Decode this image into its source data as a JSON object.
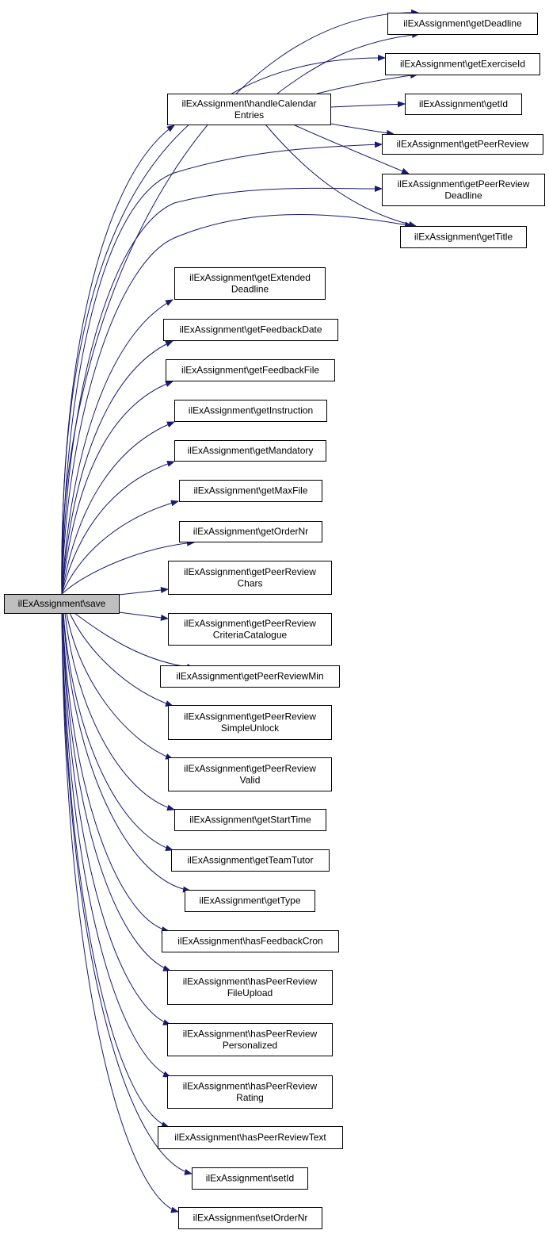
{
  "colors": {
    "edge": "#191970",
    "root_fill": "#bfbfbf",
    "node_fill": "#ffffff",
    "node_stroke": "#000000"
  },
  "nodes": {
    "save": {
      "lines": [
        "ilExAssignment\\save"
      ]
    },
    "handleCalendarEntries": {
      "lines": [
        "ilExAssignment\\handleCalendar",
        "Entries"
      ]
    },
    "getDeadline": {
      "lines": [
        "ilExAssignment\\getDeadline"
      ]
    },
    "getExerciseId": {
      "lines": [
        "ilExAssignment\\getExerciseId"
      ]
    },
    "getId": {
      "lines": [
        "ilExAssignment\\getId"
      ]
    },
    "getPeerReview": {
      "lines": [
        "ilExAssignment\\getPeerReview"
      ]
    },
    "getPeerReviewDeadline": {
      "lines": [
        "ilExAssignment\\getPeerReview",
        "Deadline"
      ]
    },
    "getTitle": {
      "lines": [
        "ilExAssignment\\getTitle"
      ]
    },
    "getExtendedDeadline": {
      "lines": [
        "ilExAssignment\\getExtended",
        "Deadline"
      ]
    },
    "getFeedbackDate": {
      "lines": [
        "ilExAssignment\\getFeedbackDate"
      ]
    },
    "getFeedbackFile": {
      "lines": [
        "ilExAssignment\\getFeedbackFile"
      ]
    },
    "getInstruction": {
      "lines": [
        "ilExAssignment\\getInstruction"
      ]
    },
    "getMandatory": {
      "lines": [
        "ilExAssignment\\getMandatory"
      ]
    },
    "getMaxFile": {
      "lines": [
        "ilExAssignment\\getMaxFile"
      ]
    },
    "getOrderNr": {
      "lines": [
        "ilExAssignment\\getOrderNr"
      ]
    },
    "getPeerReviewChars": {
      "lines": [
        "ilExAssignment\\getPeerReview",
        "Chars"
      ]
    },
    "getPeerReviewCriteriaCatalogue": {
      "lines": [
        "ilExAssignment\\getPeerReview",
        "CriteriaCatalogue"
      ]
    },
    "getPeerReviewMin": {
      "lines": [
        "ilExAssignment\\getPeerReviewMin"
      ]
    },
    "getPeerReviewSimpleUnlock": {
      "lines": [
        "ilExAssignment\\getPeerReview",
        "SimpleUnlock"
      ]
    },
    "getPeerReviewValid": {
      "lines": [
        "ilExAssignment\\getPeerReview",
        "Valid"
      ]
    },
    "getStartTime": {
      "lines": [
        "ilExAssignment\\getStartTime"
      ]
    },
    "getTeamTutor": {
      "lines": [
        "ilExAssignment\\getTeamTutor"
      ]
    },
    "getType": {
      "lines": [
        "ilExAssignment\\getType"
      ]
    },
    "hasFeedbackCron": {
      "lines": [
        "ilExAssignment\\hasFeedbackCron"
      ]
    },
    "hasPeerReviewFileUpload": {
      "lines": [
        "ilExAssignment\\hasPeerReview",
        "FileUpload"
      ]
    },
    "hasPeerReviewPersonalized": {
      "lines": [
        "ilExAssignment\\hasPeerReview",
        "Personalized"
      ]
    },
    "hasPeerReviewRating": {
      "lines": [
        "ilExAssignment\\hasPeerReview",
        "Rating"
      ]
    },
    "hasPeerReviewText": {
      "lines": [
        "ilExAssignment\\hasPeerReviewText"
      ]
    },
    "setId": {
      "lines": [
        "ilExAssignment\\setId"
      ]
    },
    "setOrderNr": {
      "lines": [
        "ilExAssignment\\setOrderNr"
      ]
    }
  },
  "edges": [
    [
      "save",
      "getDeadline"
    ],
    [
      "save",
      "getExerciseId"
    ],
    [
      "save",
      "handleCalendarEntries"
    ],
    [
      "save",
      "getPeerReview"
    ],
    [
      "save",
      "getPeerReviewDeadline"
    ],
    [
      "save",
      "getTitle"
    ],
    [
      "save",
      "getExtendedDeadline"
    ],
    [
      "save",
      "getFeedbackDate"
    ],
    [
      "save",
      "getFeedbackFile"
    ],
    [
      "save",
      "getInstruction"
    ],
    [
      "save",
      "getMandatory"
    ],
    [
      "save",
      "getMaxFile"
    ],
    [
      "save",
      "getOrderNr"
    ],
    [
      "save",
      "getPeerReviewChars"
    ],
    [
      "save",
      "getPeerReviewCriteriaCatalogue"
    ],
    [
      "save",
      "getPeerReviewMin"
    ],
    [
      "save",
      "getPeerReviewSimpleUnlock"
    ],
    [
      "save",
      "getPeerReviewValid"
    ],
    [
      "save",
      "getStartTime"
    ],
    [
      "save",
      "getTeamTutor"
    ],
    [
      "save",
      "getType"
    ],
    [
      "save",
      "hasFeedbackCron"
    ],
    [
      "save",
      "hasPeerReviewFileUpload"
    ],
    [
      "save",
      "hasPeerReviewPersonalized"
    ],
    [
      "save",
      "hasPeerReviewRating"
    ],
    [
      "save",
      "hasPeerReviewText"
    ],
    [
      "save",
      "setId"
    ],
    [
      "save",
      "setOrderNr"
    ],
    [
      "handleCalendarEntries",
      "getDeadline"
    ],
    [
      "handleCalendarEntries",
      "getExerciseId"
    ],
    [
      "handleCalendarEntries",
      "getId"
    ],
    [
      "handleCalendarEntries",
      "getPeerReview"
    ],
    [
      "handleCalendarEntries",
      "getPeerReviewDeadline"
    ],
    [
      "handleCalendarEntries",
      "getTitle"
    ]
  ]
}
